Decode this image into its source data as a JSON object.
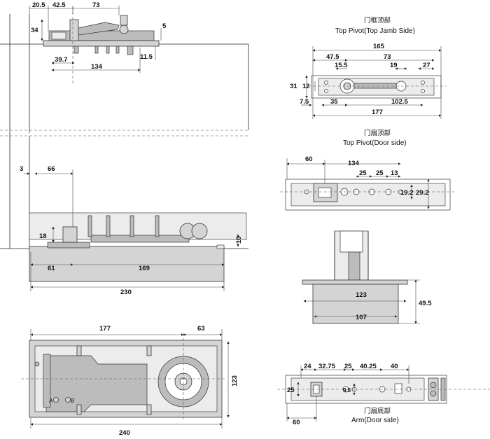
{
  "captions": {
    "top_jamb_cn": "门框顶部",
    "top_jamb_en": "Top Pivot(Top Jamb Side)",
    "door_side_cn": "门扇顶部",
    "door_side_en": "Top Pivot(Door side)",
    "arm_cn": "门扇底部",
    "arm_en": "Arm(Door side)"
  },
  "labels": {
    "marker_a": "A",
    "marker_b": "B"
  },
  "dimensions": {
    "d_20_5": "20.5",
    "d_42_5": "42.5",
    "d_73_top": "73",
    "d_34": "34",
    "d_5": "5",
    "d_39_7": "39.7",
    "d_134_top": "134",
    "d_11_5": "11.5",
    "d_3": "3",
    "d_66": "66",
    "d_18": "18",
    "d_10": "10",
    "d_61": "61",
    "d_169": "169",
    "d_230": "230",
    "d_177_bot": "177",
    "d_63": "63",
    "d_123_bot": "123",
    "d_240": "240",
    "j_165": "165",
    "j_47_5": "47.5",
    "j_73": "73",
    "j_15_5": "15.5",
    "j_19": "19",
    "j_27": "27",
    "j_31": "31",
    "j_12": "12",
    "j_7_5": "7.5",
    "j_35": "35",
    "j_102_5": "102.5",
    "j_177": "177",
    "s_60": "60",
    "s_134": "134",
    "s_25a": "25",
    "s_25b": "25",
    "s_13": "13",
    "s_19_2": "19.2",
    "s_29_2": "29.2",
    "c_123": "123",
    "c_107": "107",
    "c_49_5": "49.5",
    "a_24": "24",
    "a_32_75": "32.75",
    "a_25a": "25",
    "a_40_25": "40.25",
    "a_40": "40",
    "a_25b": "25",
    "a_9_5": "9.5",
    "a_60": "60"
  }
}
